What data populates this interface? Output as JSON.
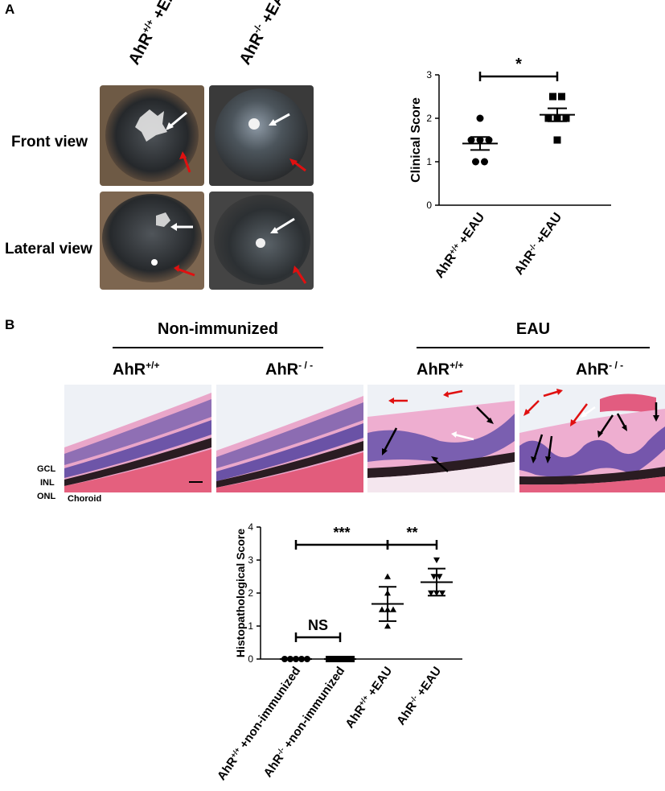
{
  "panel_a": {
    "letter": "A",
    "columns": [
      {
        "base": "AhR",
        "sup": "+/+",
        "suffix": " +EAU"
      },
      {
        "base": "AhR",
        "sup": "-/-",
        "suffix": " +EAU"
      }
    ],
    "rows": [
      "Front view",
      "Lateral view"
    ]
  },
  "panel_b": {
    "letter": "B",
    "groups": [
      "Non-immunized",
      "EAU"
    ],
    "columns": [
      {
        "base": "AhR",
        "sup": "+/+"
      },
      {
        "base": "AhR",
        "sup": "- / -"
      },
      {
        "base": "AhR",
        "sup": "+/+"
      },
      {
        "base": "AhR",
        "sup": "- / -"
      }
    ],
    "layers": [
      "GCL",
      "INL",
      "ONL",
      "Choroid"
    ]
  },
  "chart_data": [
    {
      "type": "scatter",
      "ylabel": "Clinical Score",
      "ylim": [
        0,
        3
      ],
      "yticks": [
        0,
        1,
        2,
        3
      ],
      "categories": [
        {
          "base": "AhR",
          "sup": "+/+",
          "suffix": " +EAU"
        },
        {
          "base": "AhR",
          "sup": "-/-",
          "suffix": " +EAU"
        }
      ],
      "series": [
        {
          "marker": "circle",
          "values": [
            2.0,
            1.5,
            1.5,
            1.5,
            1.0,
            1.0
          ],
          "mean": 1.42,
          "sem": 0.15
        },
        {
          "marker": "square",
          "values": [
            2.5,
            2.5,
            2.0,
            2.0,
            2.0,
            1.5
          ],
          "mean": 2.08,
          "sem": 0.15
        }
      ],
      "annotations": [
        {
          "text": "*",
          "from": 0,
          "to": 1
        }
      ]
    },
    {
      "type": "scatter",
      "ylabel": "Histopathological Score",
      "ylim": [
        0,
        4
      ],
      "yticks": [
        0,
        1,
        2,
        3,
        4
      ],
      "categories": [
        {
          "base": "AhR",
          "sup": "+/+",
          "suffix": " +non-immunized"
        },
        {
          "base": "AhR",
          "sup": "-/-",
          "suffix": " +non-immunized"
        },
        {
          "base": "AhR",
          "sup": "+/+",
          "suffix": " +EAU"
        },
        {
          "base": "AhR",
          "sup": "-/-",
          "suffix": " +EAU"
        }
      ],
      "series": [
        {
          "marker": "circle",
          "values": [
            0,
            0,
            0,
            0,
            0
          ],
          "mean": 0,
          "sd": 0
        },
        {
          "marker": "square",
          "values": [
            0,
            0,
            0,
            0,
            0
          ],
          "mean": 0,
          "sd": 0
        },
        {
          "marker": "triangle-up",
          "values": [
            2.5,
            2.0,
            1.5,
            1.5,
            1.5,
            1.0
          ],
          "mean": 1.67,
          "sd": 0.52
        },
        {
          "marker": "triangle-down",
          "values": [
            3.0,
            2.5,
            2.5,
            2.0,
            2.0,
            2.0
          ],
          "mean": 2.33,
          "sd": 0.41
        }
      ],
      "annotations": [
        {
          "text": "NS",
          "from": 0,
          "to": 1
        },
        {
          "text": "***",
          "from": 0,
          "to": 2
        },
        {
          "text": "**",
          "from": 2,
          "to": 3
        }
      ]
    }
  ]
}
